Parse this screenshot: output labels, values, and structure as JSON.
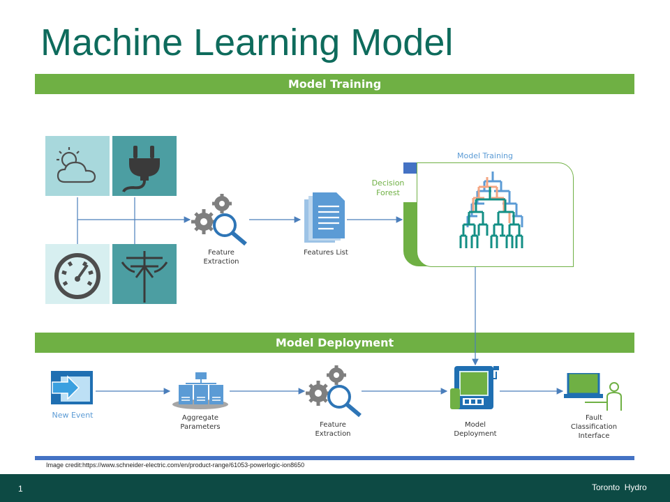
{
  "slide": {
    "title": "Machine Learning Model",
    "page_number": "1",
    "company": "Toronto  Hydro",
    "credit": "Image  credit:https://www.schneider-electric.com/en/product-range/61053-powerlogic-ion8650"
  },
  "training": {
    "band_label": "Model Training",
    "feature_extraction": "Feature\nExtraction",
    "features_list": "Features List",
    "decision_forest": "Decision\nForest",
    "model_training_label": "Model Training"
  },
  "deployment": {
    "band_label": "Model Deployment",
    "new_event": "New Event",
    "aggregate_parameters": "Aggregate\nParameters",
    "feature_extraction": "Feature\nExtraction",
    "model_deployment": "Model\nDeployment",
    "fault_interface": "Fault\nClassification\nInterface"
  },
  "colors": {
    "title": "#0e6b5c",
    "band": "#6fb044",
    "footer": "#0d4a44",
    "accent_blue": "#4472c4",
    "arrow": "#4a7ebb",
    "tile_light": "#a8d8dc",
    "tile_dark": "#4c9ea2"
  },
  "icons": [
    "weather-icon",
    "plug-icon",
    "gauge-icon",
    "power-pole-icon",
    "gears-search-icon",
    "documents-icon",
    "decision-tree-icon",
    "new-event-icon",
    "servers-icon",
    "power-meter-icon",
    "laptop-user-icon"
  ]
}
